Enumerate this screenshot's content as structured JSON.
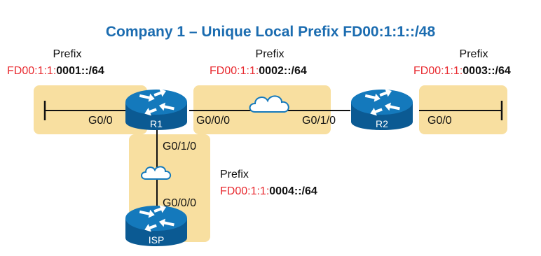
{
  "title": "Company 1 – Unique Local Prefix FD00:1:1::/48",
  "colors": {
    "title": "#1b6cb0",
    "prefix_red": "#e8282e",
    "subnet_band": "#f8dfa0",
    "router": "#1479bc",
    "router_dark": "#0b5a93"
  },
  "prefixes": {
    "p1": {
      "caption": "Prefix",
      "global": "FD00:1:1:",
      "subnet": "0001::/64"
    },
    "p2": {
      "caption": "Prefix",
      "global": "FD00:1:1:",
      "subnet": "0002::/64"
    },
    "p3": {
      "caption": "Prefix",
      "global": "FD00:1:1:",
      "subnet": "0003::/64"
    },
    "p4": {
      "caption": "Prefix",
      "global": "FD00:1:1:",
      "subnet": "0004::/64"
    }
  },
  "routers": {
    "r1": "R1",
    "r2": "R2",
    "isp": "ISP"
  },
  "interfaces": {
    "r1_left": "G0/0",
    "r1_right": "G0/0/0",
    "r2_left": "G0/1/0",
    "r2_right": "G0/0",
    "r1_down": "G0/1/0",
    "isp_up": "G0/0/0"
  },
  "icons": {
    "router": "router-icon",
    "cloud": "wan-cloud-icon"
  }
}
